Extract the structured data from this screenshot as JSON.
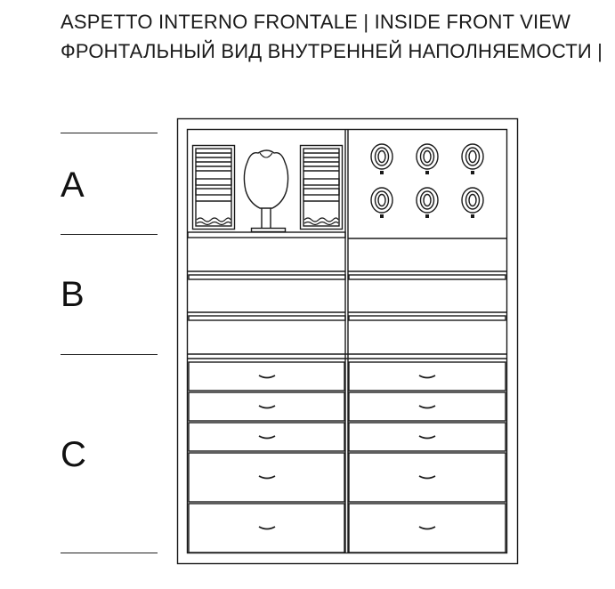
{
  "header": {
    "line1": "ASPETTO INTERNO FRONTALE | INSIDE FRONT VIEW",
    "line2": "ФРОНТАЛЬНЫЙ ВИД ВНУТРЕННЕЙ НАПОЛНЯЕМОСТИ |"
  },
  "sections": [
    {
      "id": "A",
      "label": "A"
    },
    {
      "id": "B",
      "label": "B"
    },
    {
      "id": "C",
      "label": "C"
    }
  ],
  "colors": {
    "line": "#1a1a1a",
    "background": "#ffffff"
  }
}
